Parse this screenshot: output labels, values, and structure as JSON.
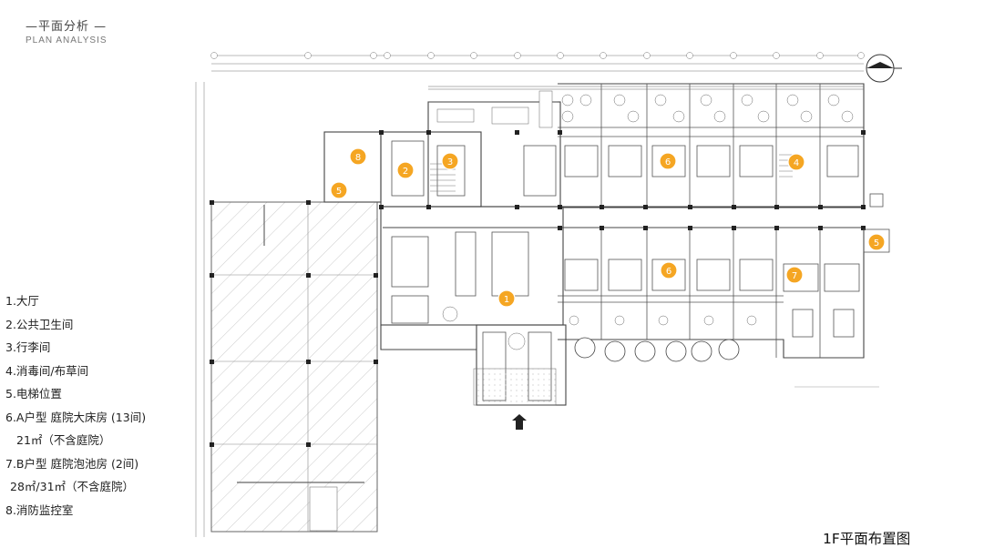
{
  "header": {
    "title_cn": "—平面分析 —",
    "title_en": "PLAN ANALYSIS"
  },
  "legend": [
    {
      "text": "1.大厅",
      "indent": 0
    },
    {
      "text": "2.公共卫生间",
      "indent": 0
    },
    {
      "text": "3.行李间",
      "indent": 0
    },
    {
      "text": "4.消毒间/布草间",
      "indent": 0
    },
    {
      "text": "5.电梯位置",
      "indent": 0
    },
    {
      "text": "6.A户型  庭院大床房   (13间)",
      "indent": 0
    },
    {
      "text": "21㎡（不含庭院）",
      "indent": 1
    },
    {
      "text": "7.B户型  庭院泡池房   (2间)",
      "indent": 0
    },
    {
      "text": "28㎡/31㎡（不含庭院）",
      "indent": 2
    },
    {
      "text": "8.消防监控室",
      "indent": 0
    }
  ],
  "plan_title": "1F平面布置图",
  "markers": [
    {
      "label": "1"
    },
    {
      "label": "2"
    },
    {
      "label": "3"
    },
    {
      "label": "4"
    },
    {
      "label": "5"
    },
    {
      "label": "5"
    },
    {
      "label": "6"
    },
    {
      "label": "6"
    },
    {
      "label": "7"
    },
    {
      "label": "8"
    }
  ],
  "colors": {
    "marker": "#f5a623",
    "line": "#555555",
    "hatch": "#9a9a9a"
  }
}
